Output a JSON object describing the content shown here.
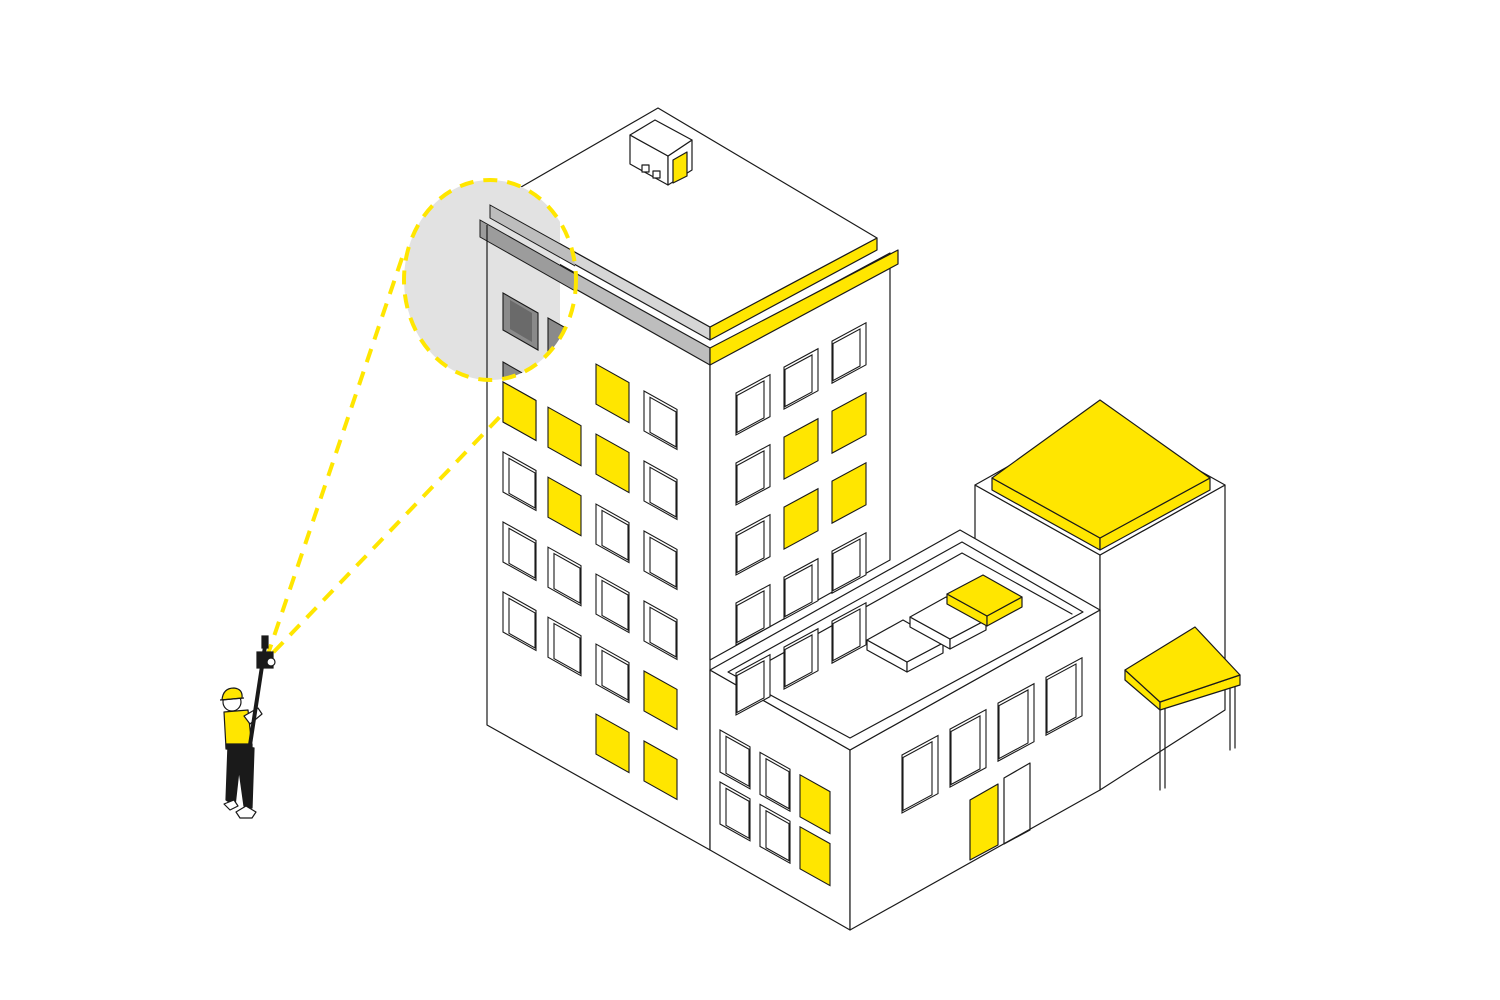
{
  "palette": {
    "background": "#ffffff",
    "ink": "#1a1a1a",
    "accent_yellow": "#ffe600",
    "shade_light": "#e2e2e2",
    "shade_mid": "#bdbdbd",
    "shade_dark": "#8a8a8a"
  },
  "scene": {
    "subject": "building",
    "figure": "inspector-with-camera-pole",
    "inspection_zone": "highlighted-roof-corner",
    "icons": [
      "person-icon",
      "camera-pole-icon",
      "inspection-zone-icon"
    ]
  }
}
